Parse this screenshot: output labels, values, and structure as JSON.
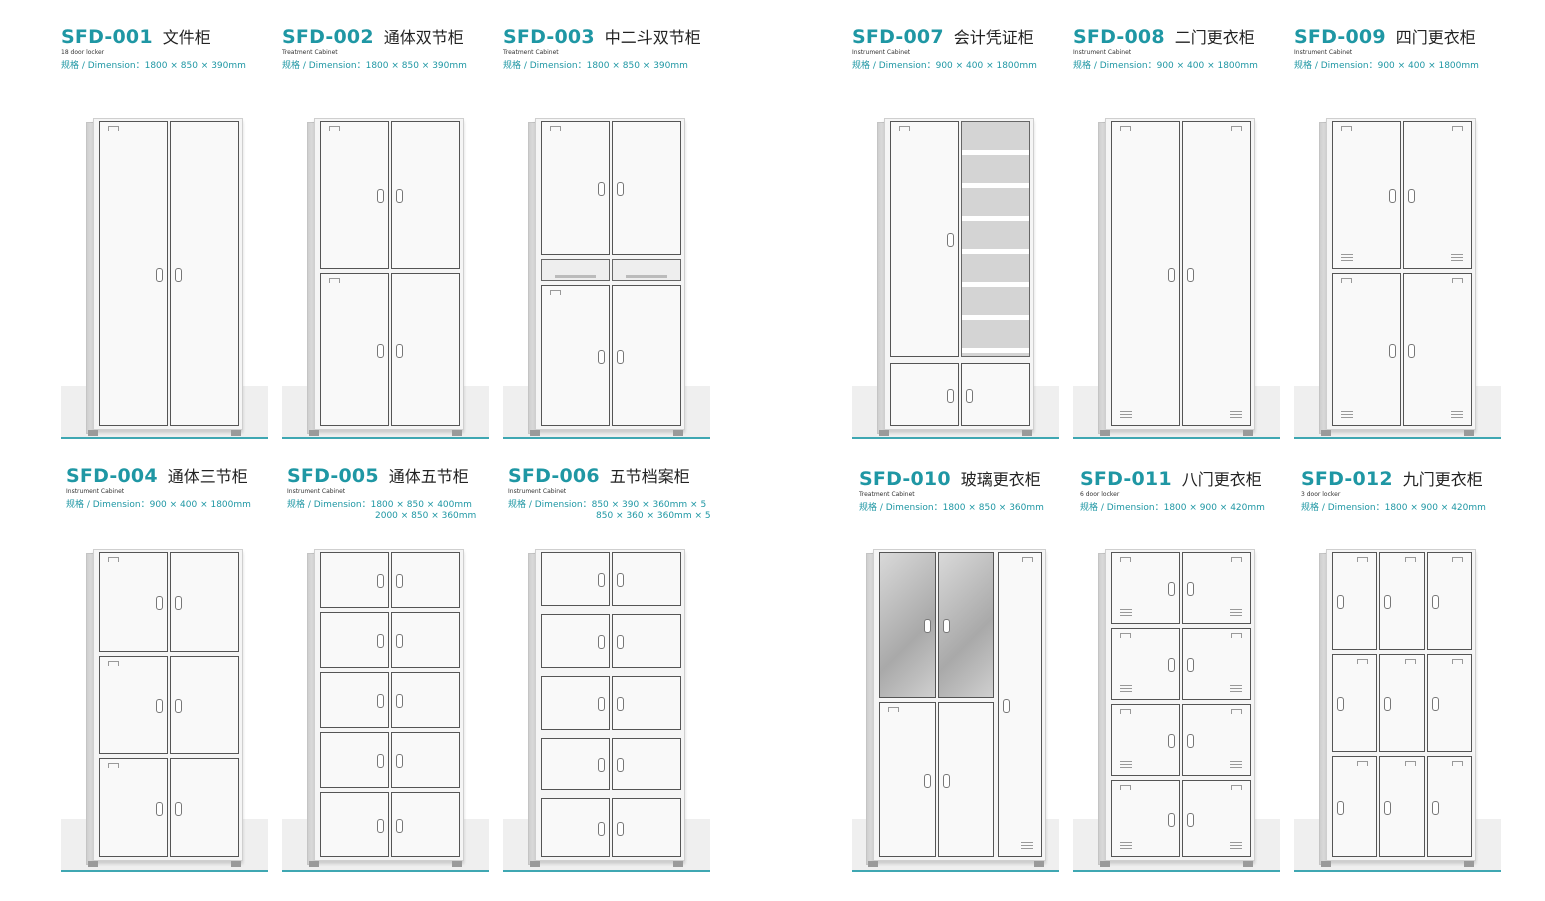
{
  "brand_color": "#1f97a4",
  "products": [
    {
      "code": "SFD-001",
      "name": "文件柜",
      "sub": "18 door locker",
      "dim": "规格 / Dimension：1800 × 850 × 390mm",
      "dim2": ""
    },
    {
      "code": "SFD-002",
      "name": "通体双节柜",
      "sub": "Treatment Cabinet",
      "dim": "规格 / Dimension：1800 × 850 × 390mm",
      "dim2": ""
    },
    {
      "code": "SFD-003",
      "name": "中二斗双节柜",
      "sub": "Treatment Cabinet",
      "dim": "规格 / Dimension：1800 × 850 × 390mm",
      "dim2": ""
    },
    {
      "code": "SFD-007",
      "name": "会计凭证柜",
      "sub": "Instrument Cabinet",
      "dim": "规格 / Dimension：900 × 400 × 1800mm",
      "dim2": ""
    },
    {
      "code": "SFD-008",
      "name": "二门更衣柜",
      "sub": "Instrument Cabinet",
      "dim": "规格 / Dimension：900 × 400 × 1800mm",
      "dim2": ""
    },
    {
      "code": "SFD-009",
      "name": "四门更衣柜",
      "sub": "Instrument Cabinet",
      "dim": "规格 / Dimension：900 × 400 × 1800mm",
      "dim2": ""
    },
    {
      "code": "SFD-004",
      "name": "通体三节柜",
      "sub": "Instrument Cabinet",
      "dim": "规格 / Dimension：900 × 400 × 1800mm",
      "dim2": ""
    },
    {
      "code": "SFD-005",
      "name": "通体五节柜",
      "sub": "Instrument Cabinet",
      "dim": "规格 / Dimension：1800 × 850 × 400mm",
      "dim2": "2000 × 850 × 360mm"
    },
    {
      "code": "SFD-006",
      "name": "五节档案柜",
      "sub": "Instrument Cabinet",
      "dim": "规格 / Dimension：850 × 390 × 360mm × 5",
      "dim2": "850 × 360 × 360mm × 5"
    },
    {
      "code": "SFD-010",
      "name": "玻璃更衣柜",
      "sub": "Treatment Cabinet",
      "dim": "规格 / Dimension：1800 × 850 × 360mm",
      "dim2": ""
    },
    {
      "code": "SFD-011",
      "name": "八门更衣柜",
      "sub": "6 door locker",
      "dim": "规格 / Dimension：1800 × 900 × 420mm",
      "dim2": ""
    },
    {
      "code": "SFD-012",
      "name": "九门更衣柜",
      "sub": "3 door locker",
      "dim": "规格 / Dimension：1800 × 900 × 420mm",
      "dim2": ""
    }
  ]
}
